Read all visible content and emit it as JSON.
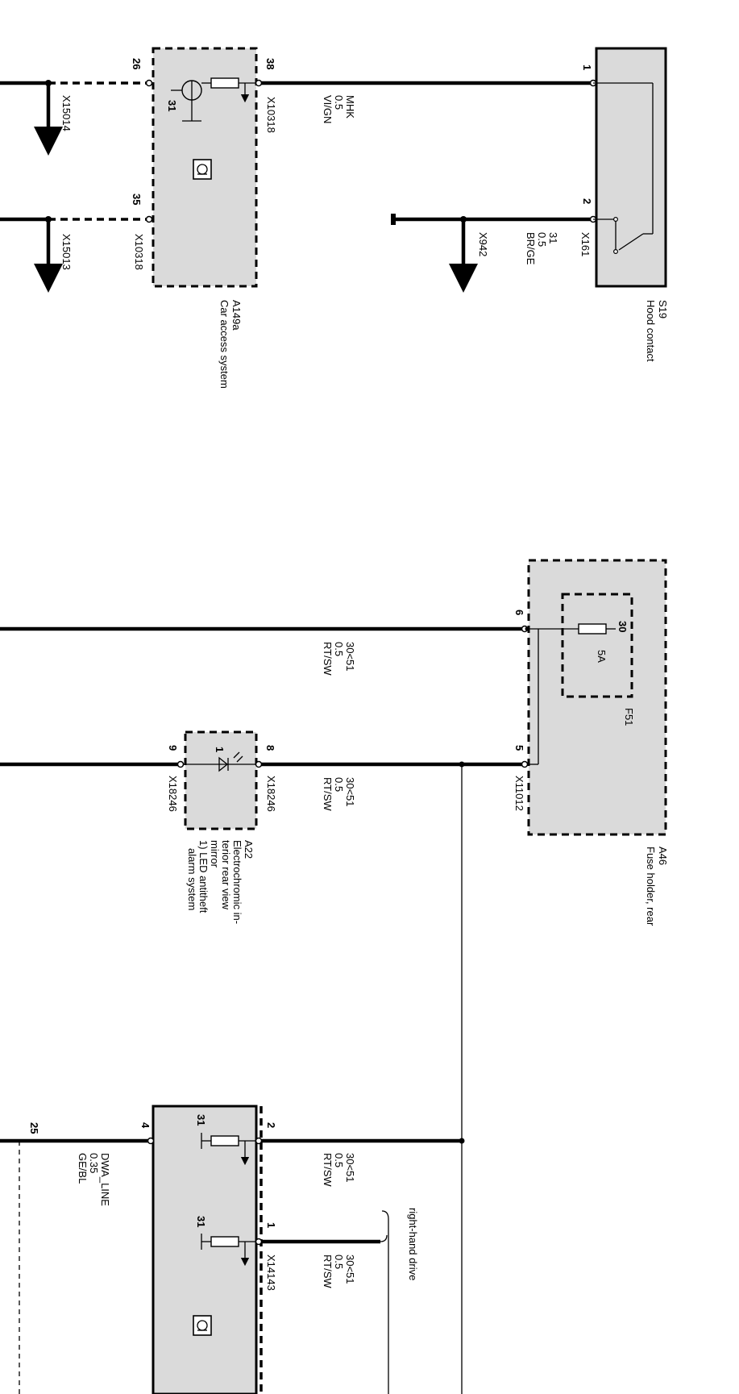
{
  "colors": {
    "component_fill": "#dadada",
    "line": "#000000",
    "background": "#ffffff"
  },
  "labels": {
    "x15014": "X15014",
    "x15013": "X15013",
    "pin_26": "26",
    "pin_35": "35",
    "pin_38": "38",
    "x10318_top": "X10318",
    "x10318_bottom": "X10318",
    "a149a_id": "A149a",
    "a149a_name": "Car access system",
    "a149a_ground": "31",
    "mhk_name": "MHK",
    "mhk_size": "0.5",
    "mhk_color": "VI/GN",
    "x942": "X942",
    "gnd_name": "31",
    "gnd_size": "0.5",
    "gnd_color": "BR/GE",
    "pin_1_s19": "1",
    "pin_2_s19": "2",
    "x161": "X161",
    "s19_id": "S19",
    "s19_name": "Hood contact",
    "pin_6": "6",
    "pin_5": "5",
    "f51_pin": "30",
    "f51_rating": "5A",
    "f51_id": "F51",
    "x11012": "X11012",
    "a46_id": "A46",
    "a46_name": "Fuse holder, rear",
    "w1_name": "30<51",
    "w1_size": "0.5",
    "w1_color": "RT/SW",
    "w2_name": "30<51",
    "w2_size": "0.5",
    "w2_color": "RT/SW",
    "pin_9": "9",
    "pin_8": "8",
    "a22_pin": "1",
    "x18246_left": "X18246",
    "x18246_right": "X18246",
    "a22_id": "A22",
    "a22_line1": "Electrochromic in-",
    "a22_line2": "terior rear view",
    "a22_line3": "mirror",
    "a22_line4": "1) LED antitheft",
    "a22_line5": "alarm system",
    "pin_25": "25",
    "pin_4": "4",
    "pin_2_low": "2",
    "pin_1_low": "1",
    "gnd_31_a": "31",
    "gnd_31_b": "31",
    "dwa_name": "DWA_LINE",
    "dwa_size": "0.35",
    "dwa_color": "GE/BL",
    "w3_name": "30<51",
    "w3_size": "0.5",
    "w3_color": "RT/SW",
    "w4_name": "30<51",
    "w4_size": "0.5",
    "w4_color": "RT/SW",
    "x14143": "X14143",
    "rhd_note": "right-hand drive"
  }
}
